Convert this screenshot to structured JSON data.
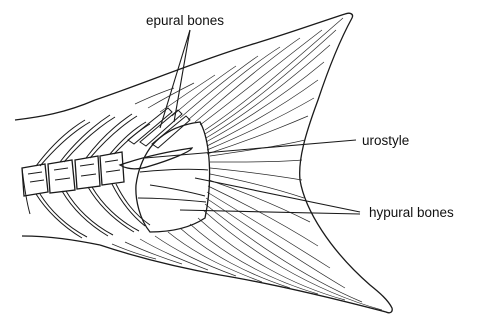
{
  "labels": {
    "epural": "epural bones",
    "urostyle": "urostyle",
    "hypural": "hypural bones"
  }
}
